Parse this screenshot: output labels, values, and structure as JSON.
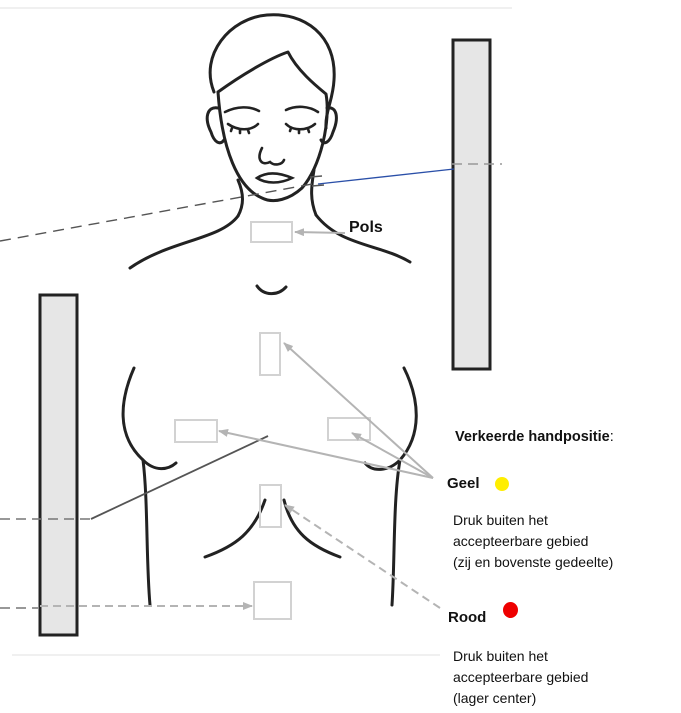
{
  "labels": {
    "pols": "Pols",
    "wrong_hand_position": "Verkeerde handpositie",
    "wrong_hand_position_colon": ":"
  },
  "legend": [
    {
      "name": "Geel",
      "color": "#ffee00",
      "description": [
        "Druk buiten het",
        "accepteerbare gebied",
        "(zij en bovenste gedeelte)"
      ]
    },
    {
      "name": "Rood",
      "color": "#ee0000",
      "description": [
        "Druk buiten het",
        "accepteerbare  gebied",
        "(lager center)"
      ]
    }
  ],
  "colors": {
    "panel_fill": "#e6e6e6",
    "outline": "#222222",
    "box_stroke": "#d2d2d2",
    "arrow_gray": "#b4b4b4",
    "blue_line": "#2a4fa8"
  }
}
